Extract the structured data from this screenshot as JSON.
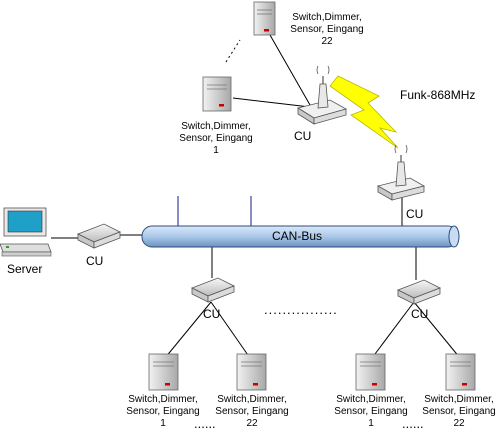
{
  "bus": {
    "label": "CAN-Bus"
  },
  "wireless": {
    "label": "Funk-868MHz"
  },
  "server": {
    "label": "Server"
  },
  "cu_label": "CU",
  "device_label_line1": "Switch,Dimmer,",
  "device_label_line2": "Sensor, Eingang",
  "index_first": "1",
  "index_last": "22",
  "ellipsis_short": "......",
  "ellipsis_long": "................",
  "colors": {
    "bus_fill": "#a9c8ea",
    "bus_stroke": "#2c4c7c",
    "lightning": "#ffff00",
    "cu_body": "#e6e6e6",
    "tower_body": "#c9c9c9",
    "led": "#cc0000"
  }
}
